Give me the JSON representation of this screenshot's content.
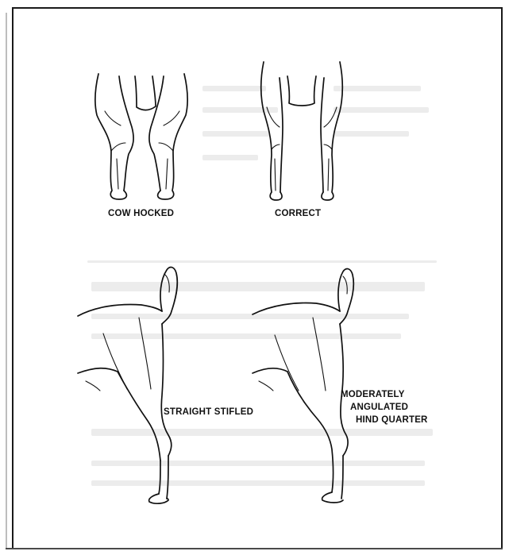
{
  "figures": {
    "cow_hocked": {
      "caption": "COW HOCKED"
    },
    "correct": {
      "caption": "CORRECT"
    },
    "straight_stifled": {
      "caption": "STRAIGHT STIFLED"
    },
    "moderately_angulated": {
      "caption_lines": [
        "MODERATELY",
        "ANGULATED",
        "HIND QUARTER"
      ]
    }
  },
  "colors": {
    "ink": "#111111",
    "paper": "#ffffff",
    "frame": "#1a1a1a",
    "bleed_through": "#ececec"
  },
  "icons": {
    "cow_hocked": "rear-legs-cow-hocked-icon",
    "correct": "rear-legs-correct-icon",
    "straight_stifled": "hindquarter-straight-icon",
    "moderately_angulated": "hindquarter-angulated-icon"
  }
}
